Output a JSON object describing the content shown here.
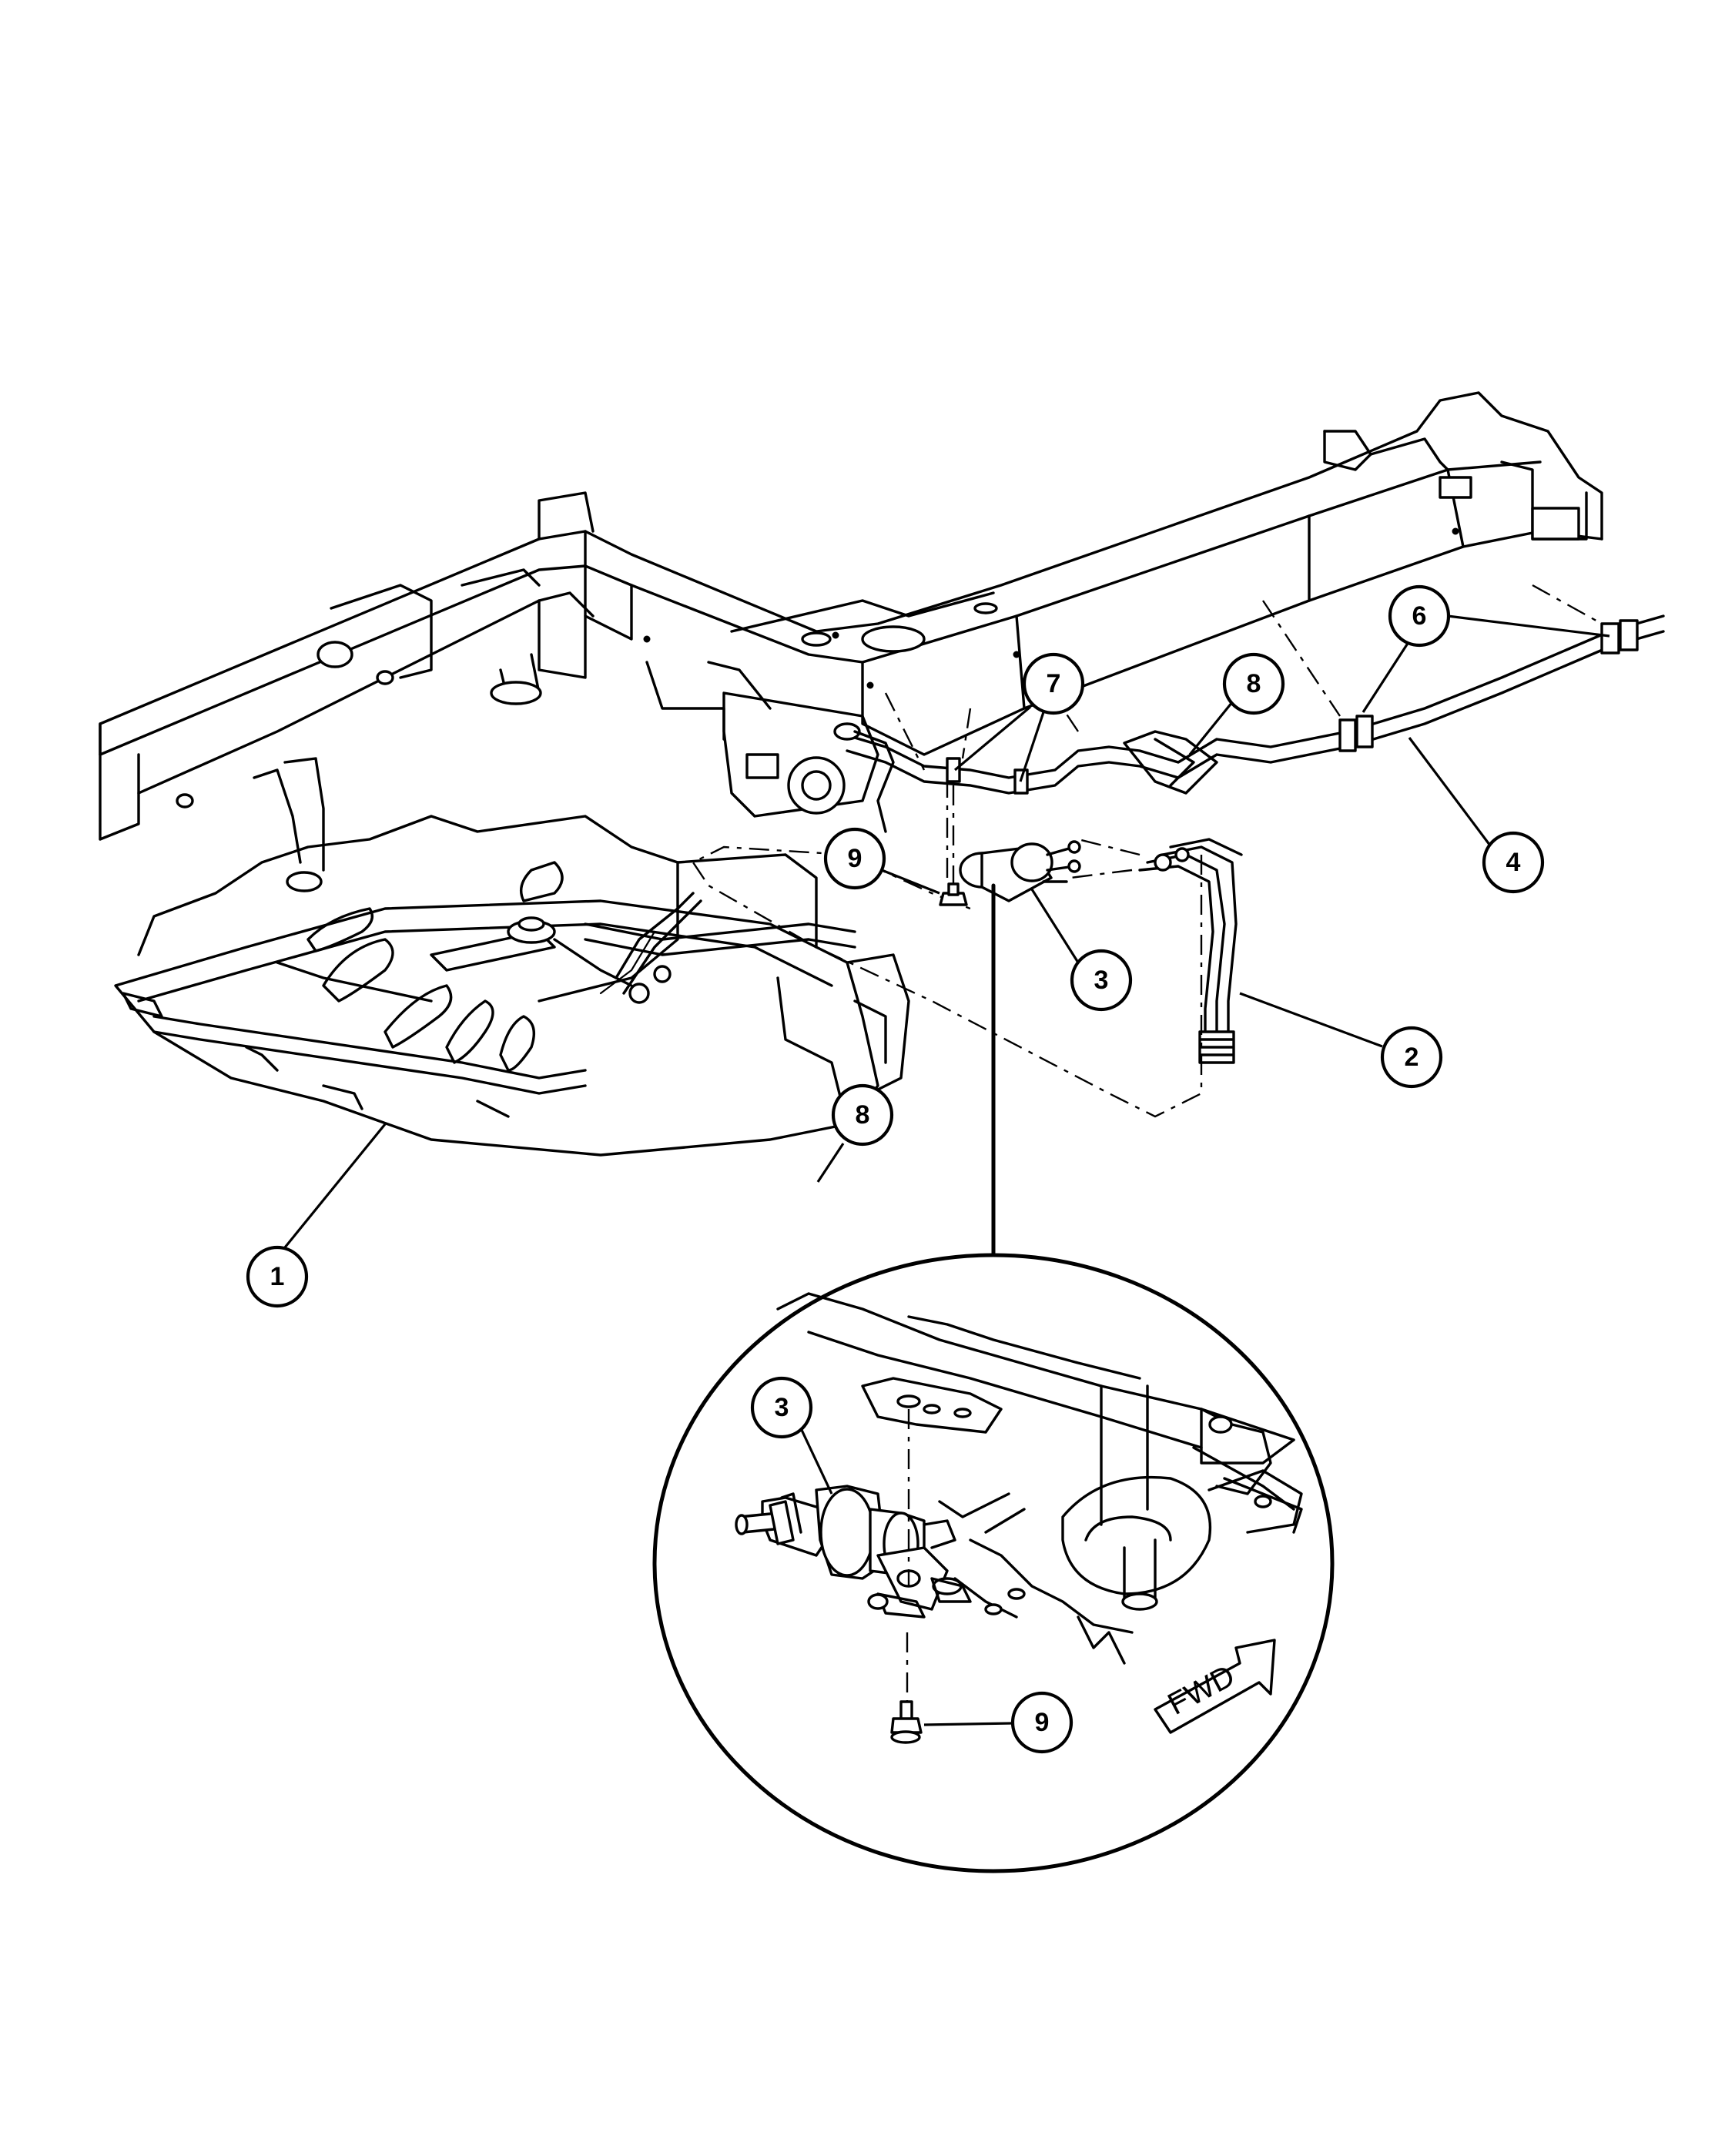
{
  "callouts": {
    "c1": "1",
    "c2": "2",
    "c3": "3",
    "c3_detail": "3",
    "c4": "4",
    "c6": "6",
    "c7": "7",
    "c8_top": "8",
    "c8_bottom": "8",
    "c9": "9",
    "c9_detail": "9"
  },
  "detail_view": {
    "direction_label": "FWD"
  }
}
